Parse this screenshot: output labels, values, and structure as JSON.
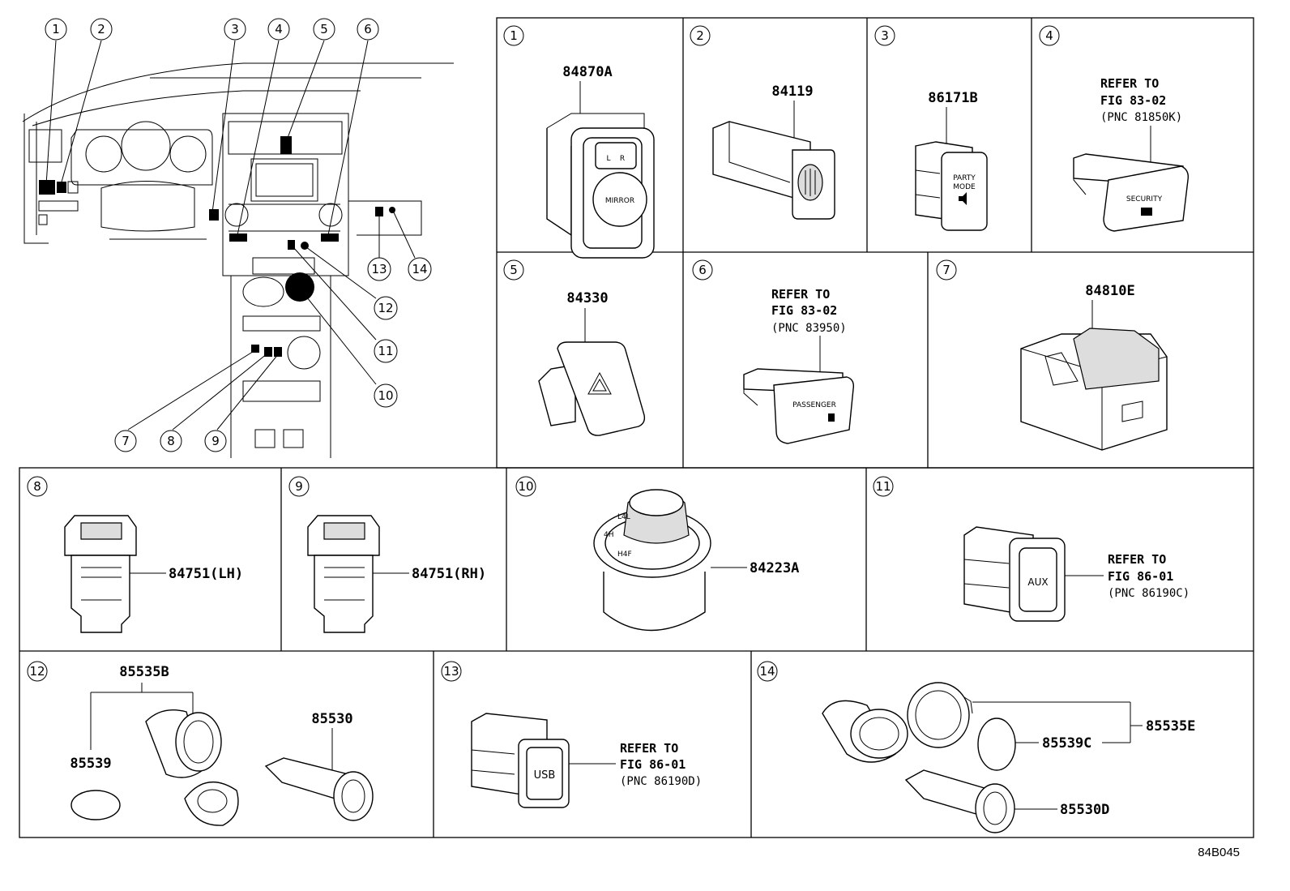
{
  "figure_code": "84B045",
  "overview": {
    "callout_numbers": [
      "1",
      "2",
      "3",
      "4",
      "5",
      "6",
      "7",
      "8",
      "9",
      "10",
      "11",
      "12",
      "13",
      "14"
    ]
  },
  "panels": [
    {
      "num": "1",
      "part_number": "84870A",
      "face_text": [
        "L",
        "R",
        "MIRROR"
      ]
    },
    {
      "num": "2",
      "part_number": "84119"
    },
    {
      "num": "3",
      "part_number": "86171B",
      "face_text": [
        "PARTY",
        "MODE"
      ]
    },
    {
      "num": "4",
      "ref_lines": [
        "REFER TO",
        "FIG 83-02",
        "(PNC 81850K)"
      ],
      "face_text": [
        "SECURITY"
      ]
    },
    {
      "num": "5",
      "part_number": "84330"
    },
    {
      "num": "6",
      "ref_lines": [
        "REFER TO",
        "FIG 83-02",
        "(PNC 83950)"
      ],
      "face_text": [
        "PASSENGER"
      ]
    },
    {
      "num": "7",
      "part_number": "84810E"
    },
    {
      "num": "8",
      "part_number": "84751(LH)"
    },
    {
      "num": "9",
      "part_number": "84751(RH)"
    },
    {
      "num": "10",
      "part_number": "84223A",
      "face_text": [
        "L4L",
        "4H",
        "H4F"
      ]
    },
    {
      "num": "11",
      "ref_lines": [
        "REFER TO",
        "FIG 86-01",
        "(PNC 86190C)"
      ],
      "face_text": [
        "AUX"
      ]
    },
    {
      "num": "12",
      "part_numbers": [
        "85535B",
        "85539",
        "85530"
      ]
    },
    {
      "num": "13",
      "ref_lines": [
        "REFER TO",
        "FIG 86-01",
        "(PNC 86190D)"
      ],
      "face_text": [
        "USB"
      ]
    },
    {
      "num": "14",
      "part_numbers": [
        "85535E",
        "85539C",
        "85530D"
      ]
    }
  ]
}
